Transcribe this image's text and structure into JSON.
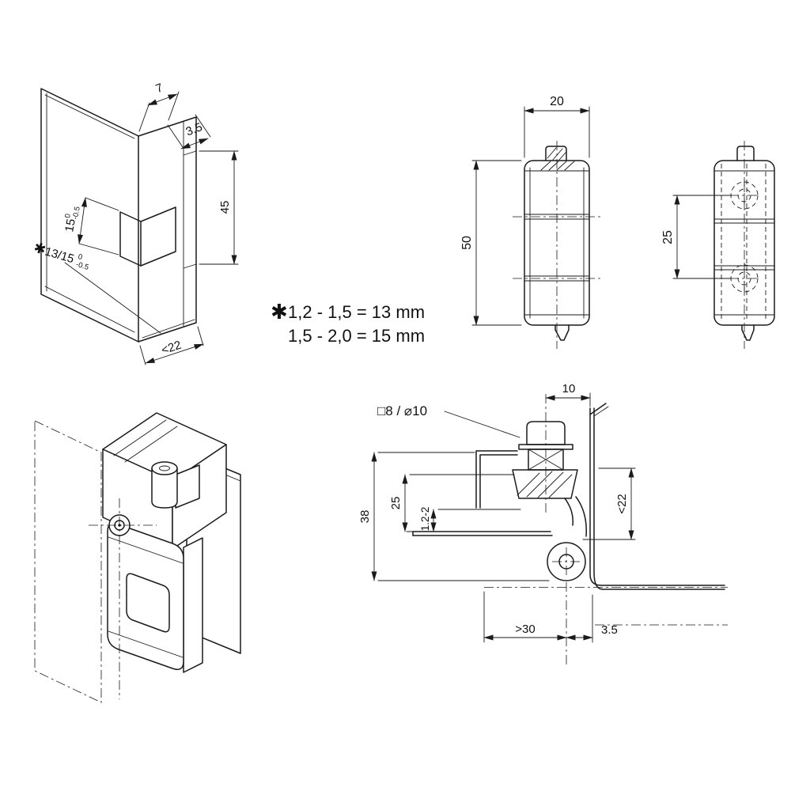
{
  "note": {
    "star": "✱",
    "line1": "1,2 - 1,5 = 13 mm",
    "line2": "1,5 - 2,0 = 15 mm"
  },
  "perspective_view": {
    "dim_top_flange": "7",
    "dim_step": "3.5",
    "dim_edge": "45",
    "dim_slot": "15",
    "dim_slot_tol_upper": "0",
    "dim_slot_tol_lower": "-0.5",
    "star": "✱",
    "dim_depth": "13/15",
    "dim_depth_tol_upper": "0",
    "dim_depth_tol_lower": "-0.5",
    "dim_width": "<22"
  },
  "front_view": {
    "dim_width": "20",
    "dim_height": "50"
  },
  "side_view": {
    "dim_hole_pitch": "25"
  },
  "section_view": {
    "dim_screw_offset": "10",
    "label_fastener": "□8 / ⌀10",
    "dim_depth": "25",
    "dim_sheet_thickness": "1.2-2",
    "dim_overall": "38",
    "dim_door_flange": "<22",
    "dim_clearance": ">30",
    "dim_gap": "3.5"
  }
}
